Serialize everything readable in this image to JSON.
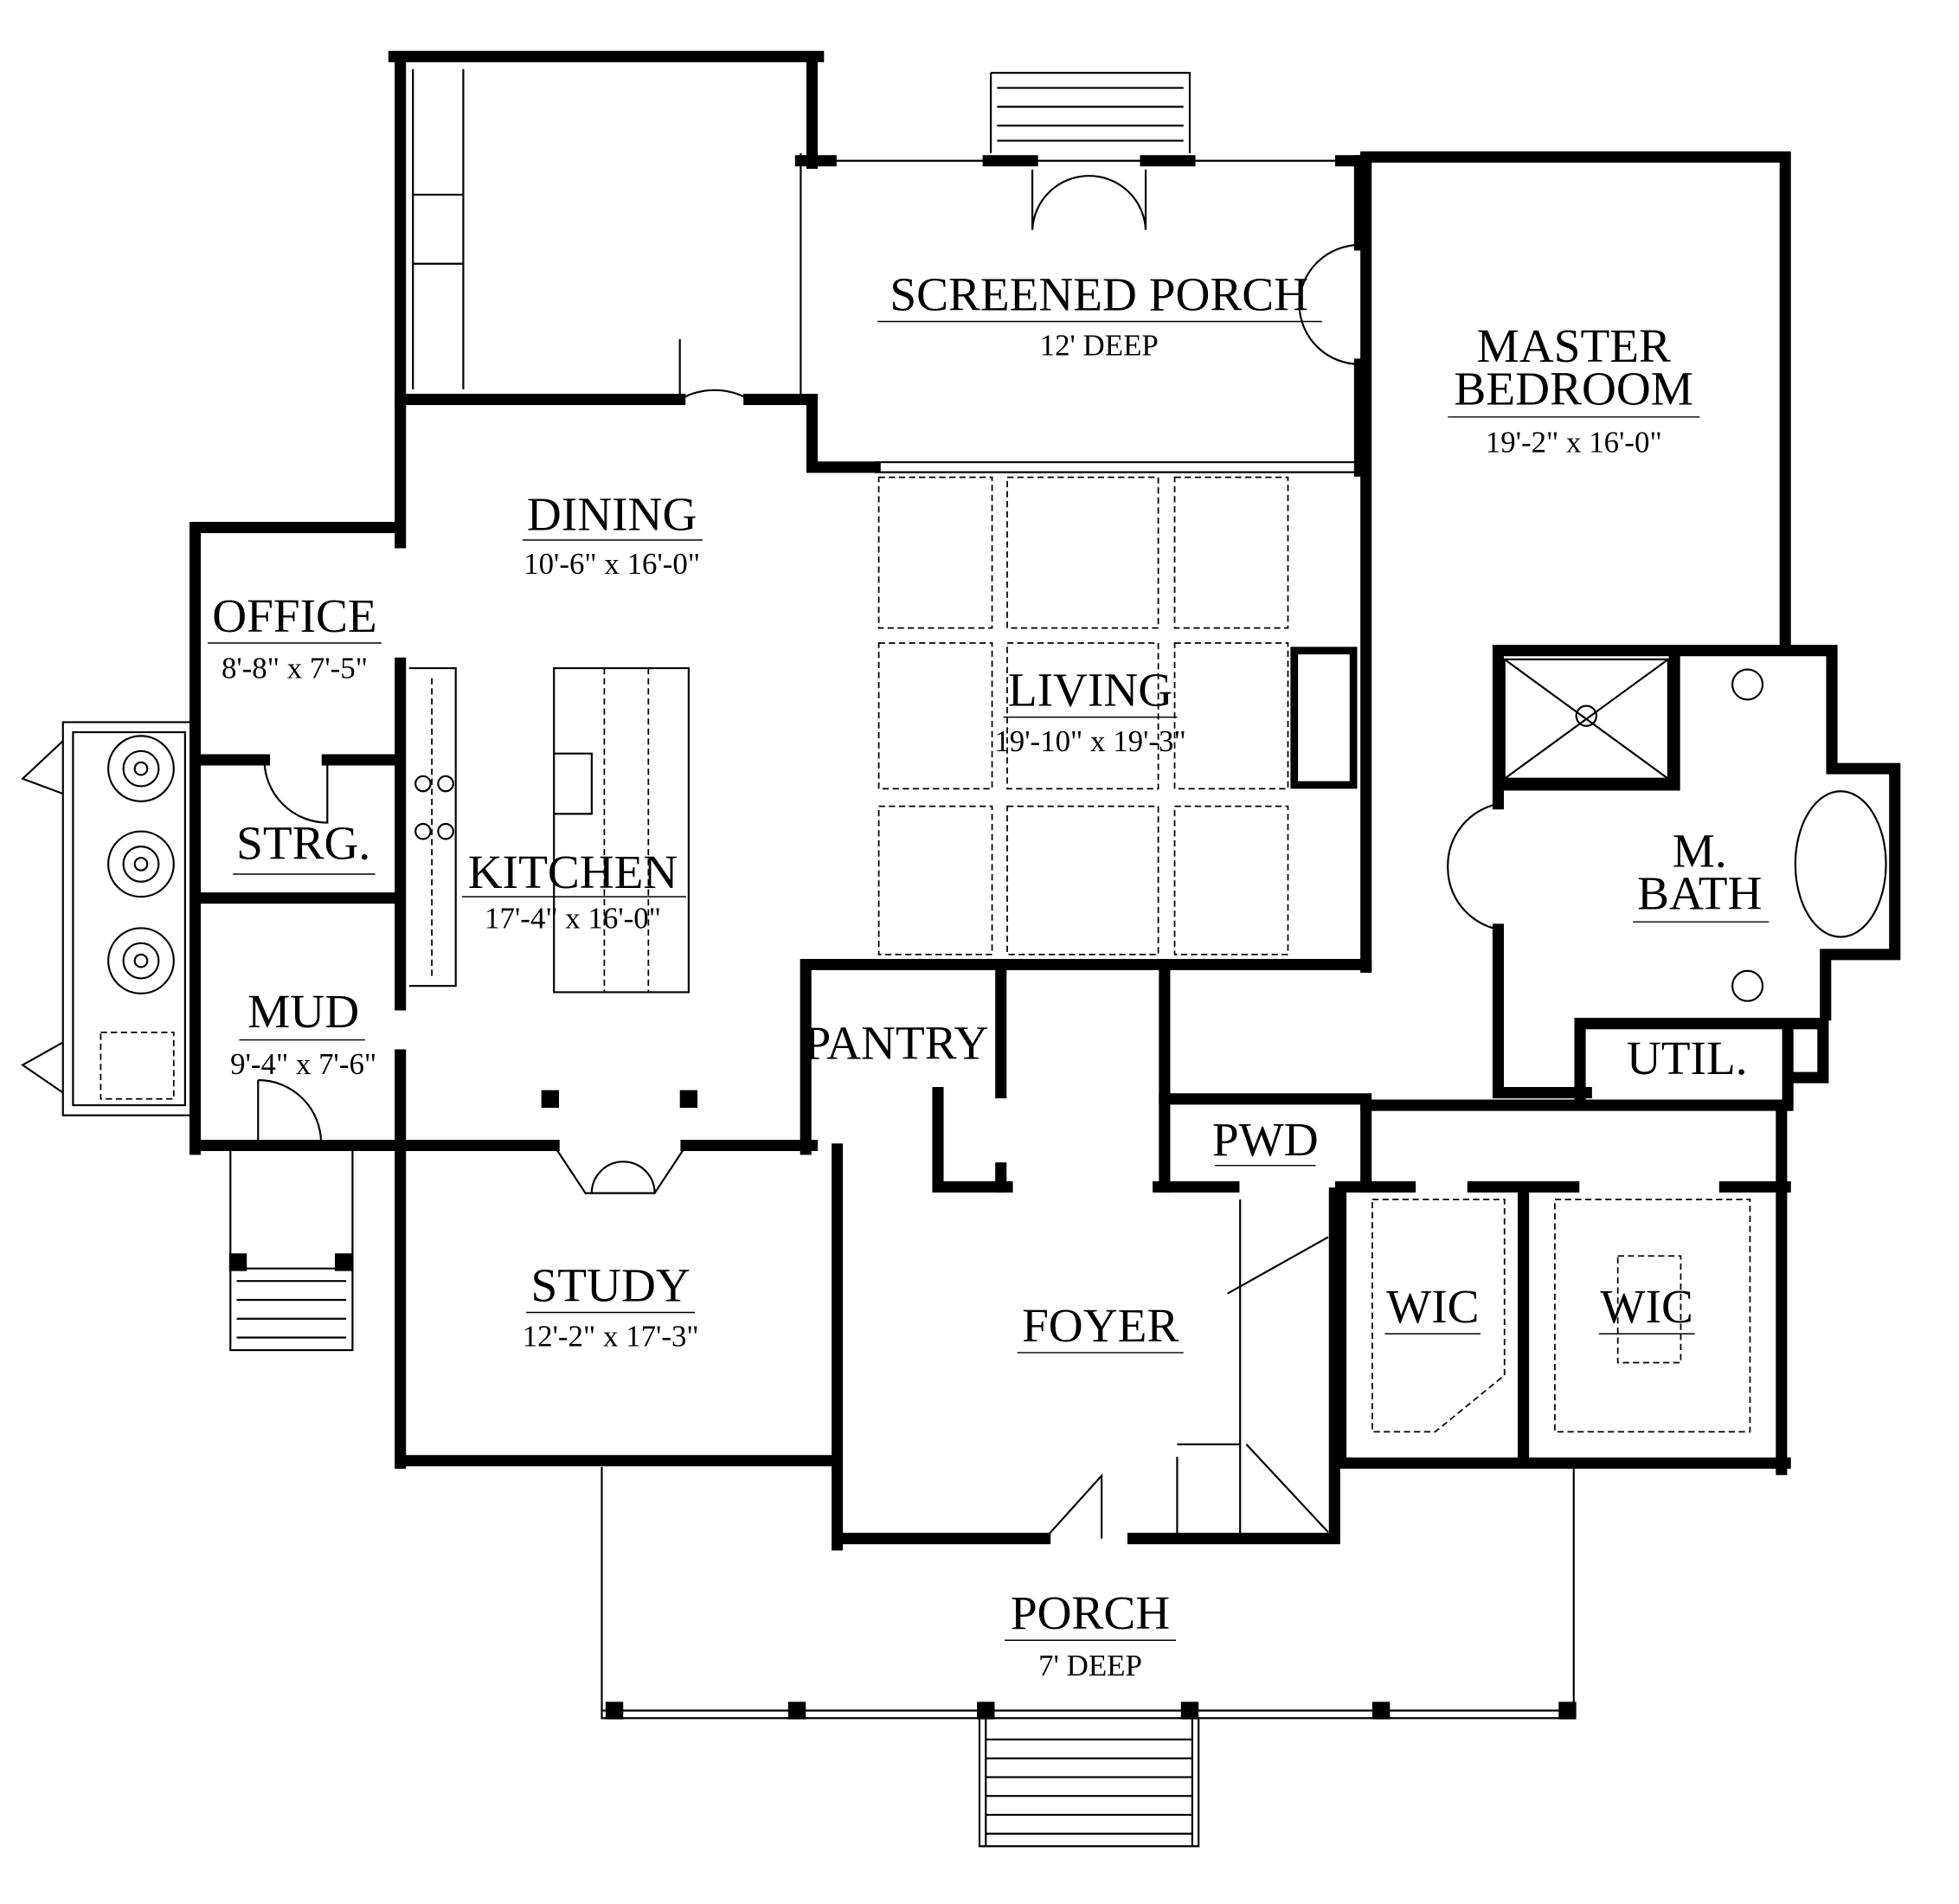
{
  "rooms": {
    "screened_porch": {
      "name": "SCREENED PORCH",
      "dims": "12' DEEP"
    },
    "master_bedroom": {
      "name1": "MASTER",
      "name2": "BEDROOM",
      "dims": "19'-2\" x 16'-0\""
    },
    "dining": {
      "name": "DINING",
      "dims": "10'-6\" x 16'-0\""
    },
    "office": {
      "name": "OFFICE",
      "dims": "8'-8\" x 7'-5\""
    },
    "living": {
      "name": "LIVING",
      "dims": "19'-10\" x 19'-3\""
    },
    "storage": {
      "name": "STRG."
    },
    "kitchen": {
      "name": "KITCHEN",
      "dims": "17'-4\" x 16'-0\""
    },
    "master_bath": {
      "name1": "M.",
      "name2": "BATH"
    },
    "mud": {
      "name": "MUD",
      "dims": "9'-4\" x 7'-6\""
    },
    "pantry": {
      "name": "PANTRY"
    },
    "utility": {
      "name": "UTIL."
    },
    "powder": {
      "name": "PWD"
    },
    "study": {
      "name": "STUDY",
      "dims": "12'-2\" x 17'-3\""
    },
    "foyer": {
      "name": "FOYER"
    },
    "wic_left": {
      "name": "WIC"
    },
    "wic_right": {
      "name": "WIC"
    },
    "porch": {
      "name": "PORCH",
      "dims": "7' DEEP"
    }
  }
}
